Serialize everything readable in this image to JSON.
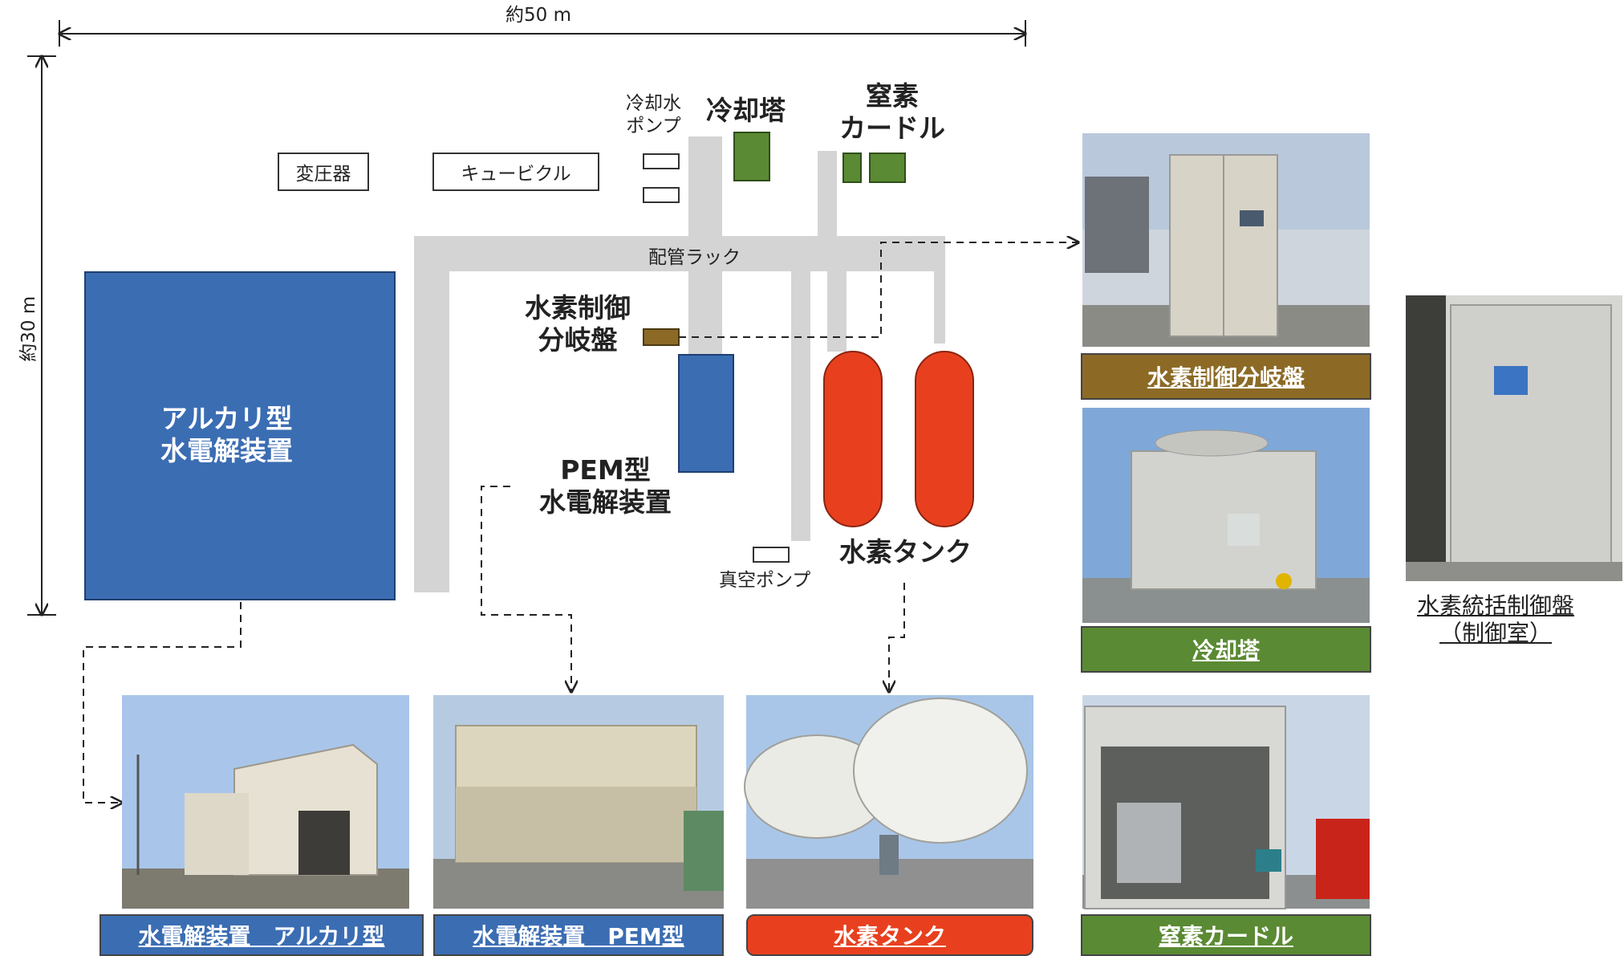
{
  "dimensions": {
    "width_label": "約50 m",
    "height_label": "約30 m"
  },
  "layout_labels": {
    "transformer": "変圧器",
    "cubicle": "キュービクル",
    "cooling_pump": "冷却水\nポンプ",
    "cooling_tower": "冷却塔",
    "nitrogen_curdle": "窒素\nカードル",
    "pipe_rack": "配管ラック",
    "h2_control_branch": "水素制御\n分岐盤",
    "alkaline_unit": "アルカリ型\n水電解装置",
    "pem_unit": "PEM型\n水電解装置",
    "vacuum_pump": "真空ポンプ",
    "hydrogen_tank": "水素タンク"
  },
  "photo_captions": {
    "h2_control_branch": "水素制御分岐盤",
    "cooling_tower": "冷却塔",
    "nitrogen_curdle": "窒素カードル",
    "alkaline": "水電解装置　アルカリ型",
    "pem": "水電解装置　PEM型",
    "hydrogen_tank": "水素タンク",
    "integrated_control": "水素統括制御盤\n（制御室）"
  },
  "colors": {
    "blue": "#3b6db3",
    "green": "#5a8a33",
    "brown": "#8c6a26",
    "red": "#e8401f",
    "pipe_gray": "#d4d4d4"
  }
}
